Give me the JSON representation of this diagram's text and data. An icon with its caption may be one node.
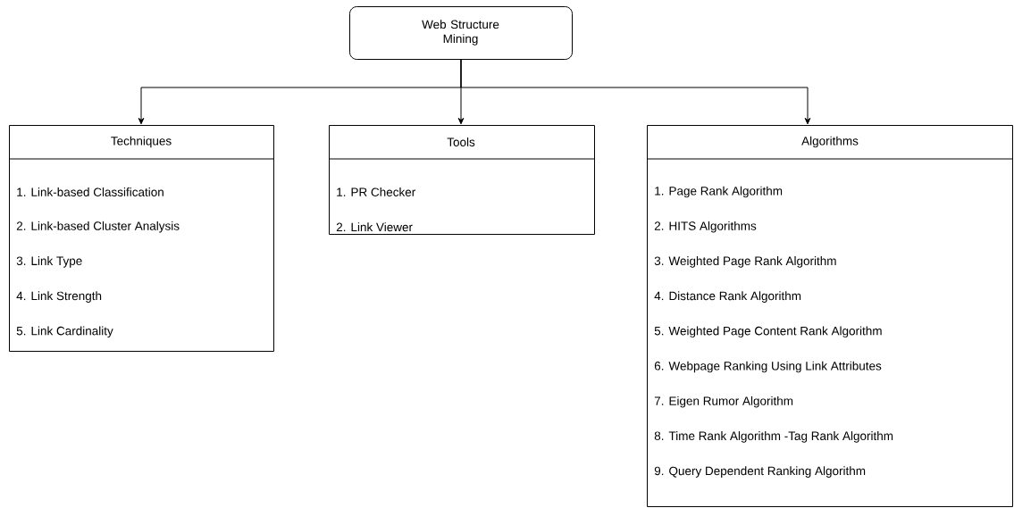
{
  "diagram": {
    "nodes": [
      {
        "text": [
          "Web Structure Mining"
        ]
      },
      {
        "text": [
          "Techniques",
          "1. Link-based Classification",
          "2. Link-based Cluster Analysis",
          "3. Link Type",
          "4. Link Strength",
          "5. Link Cardinality"
        ]
      },
      {
        "text": [
          "Tools",
          "1. PR Checker",
          "2. Link Viewer"
        ]
      },
      {
        "text": [
          "Algorithms",
          "1. Page Rank Algorithm",
          "2. HITS Algorithms",
          "3. Weighted Page Rank Algorithm",
          "4. Distance Rank Algorithm",
          "5. Weighted Page Content Rank Algorithm",
          "6. Webpage Ranking Using Link Attributes",
          "7. Eigen Rumor Algorithm",
          "8. Time Rank Algorithm -Tag Rank Algorithm",
          "9. Query Dependent Ranking Algorithm"
        ]
      }
    ],
    "edges": [
      {
        "from": 0,
        "to": 1,
        "arrow": "to"
      },
      {
        "from": 0,
        "to": 2,
        "arrow": "to"
      },
      {
        "from": 0,
        "to": 3,
        "arrow": "to"
      }
    ]
  }
}
